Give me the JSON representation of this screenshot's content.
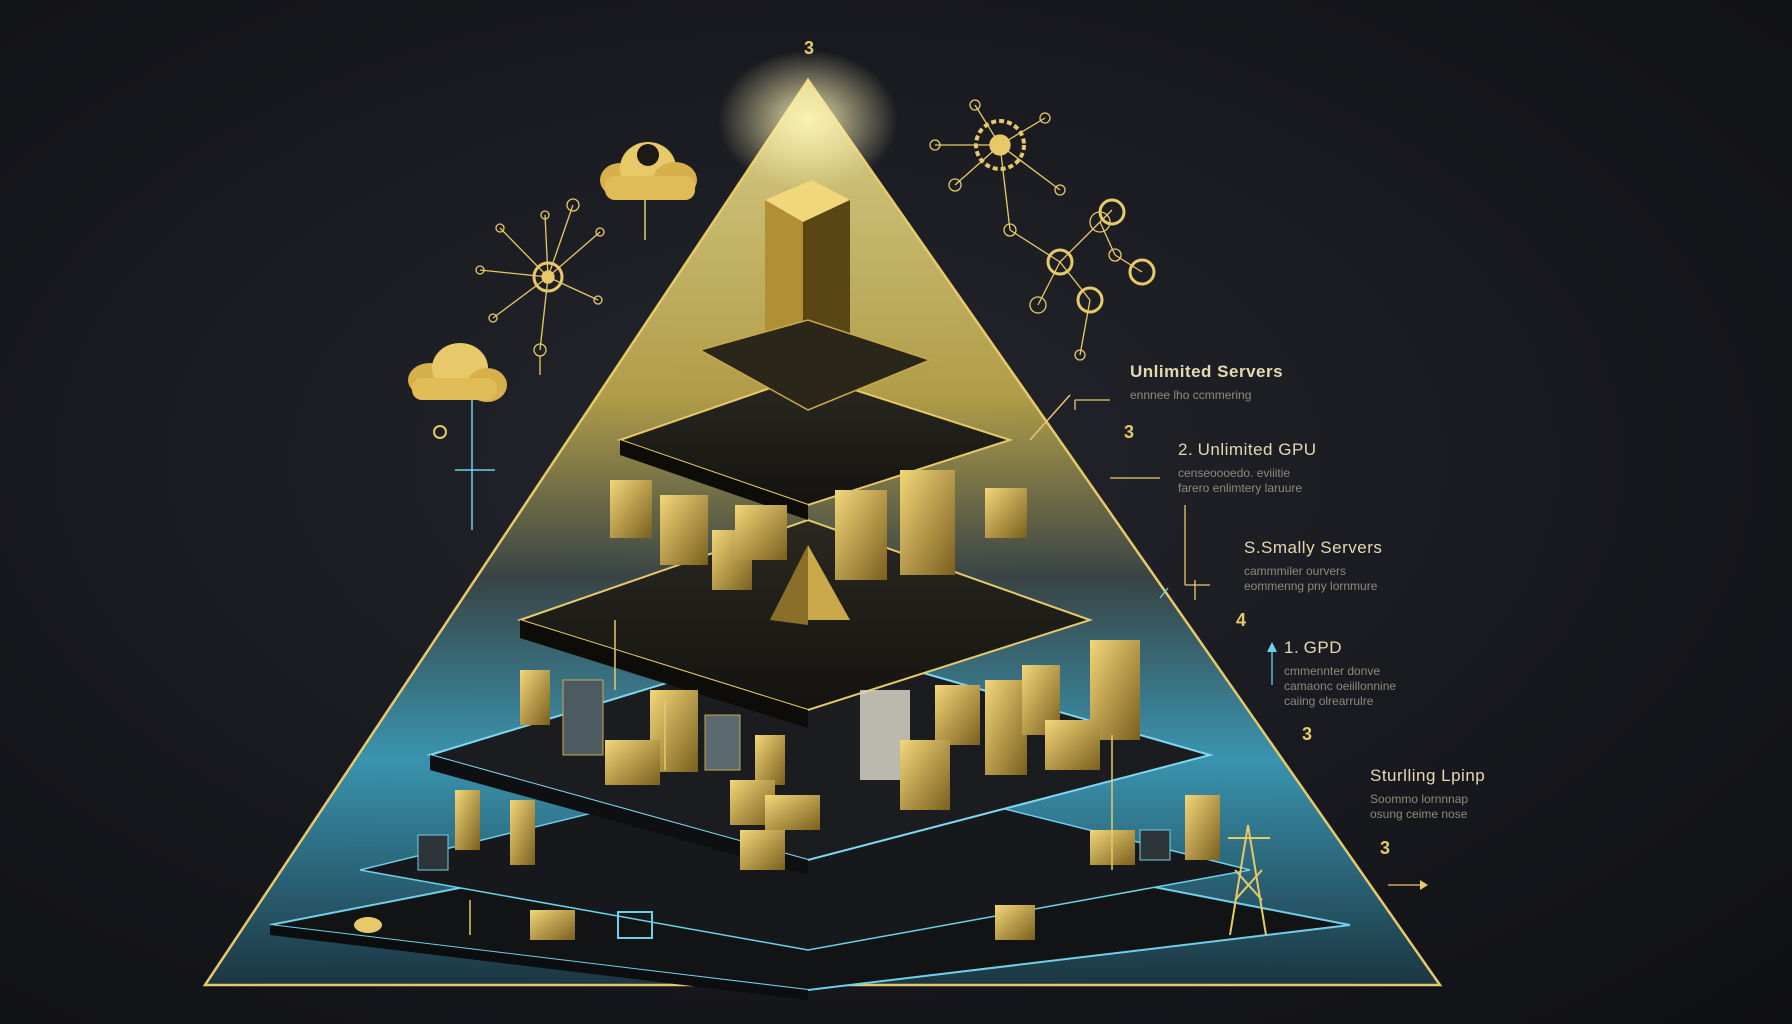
{
  "diagram": {
    "apex_number": "3",
    "cloud_symbol": "$",
    "side_numbers": [
      "3",
      "4",
      "3",
      "3"
    ],
    "tiers": [
      {
        "number": "",
        "title": "Unlimited Servers",
        "subtitle": "ennnee lho ccmmering"
      },
      {
        "number": "2.",
        "title": "Unlimited GPU",
        "subtitle": "censeoooedo. eviiitie\nfarero enlimtery laruure"
      },
      {
        "number": "",
        "title": "S.Smally Servers",
        "subtitle": "cammmiler ourvers\neommenng pny lornmure"
      },
      {
        "number": "1.",
        "title": "GPD",
        "subtitle": "cmmennter donve\ncamaonc oeiillonnine\ncaiing olrearrulre"
      },
      {
        "number": "",
        "title": "Sturlling Lpinp",
        "subtitle": "Soommo lornnnap\nosung ceime nose"
      }
    ],
    "colors": {
      "gold": "#e8c96a",
      "gold_bright": "#f6e27a",
      "cyan": "#7fd8f0",
      "background": "#1a1b20"
    },
    "icons": [
      "cloud-dollar-icon",
      "cloud-icon",
      "network-hub-icon",
      "gear-network-icon",
      "power-pylon-icon"
    ]
  }
}
